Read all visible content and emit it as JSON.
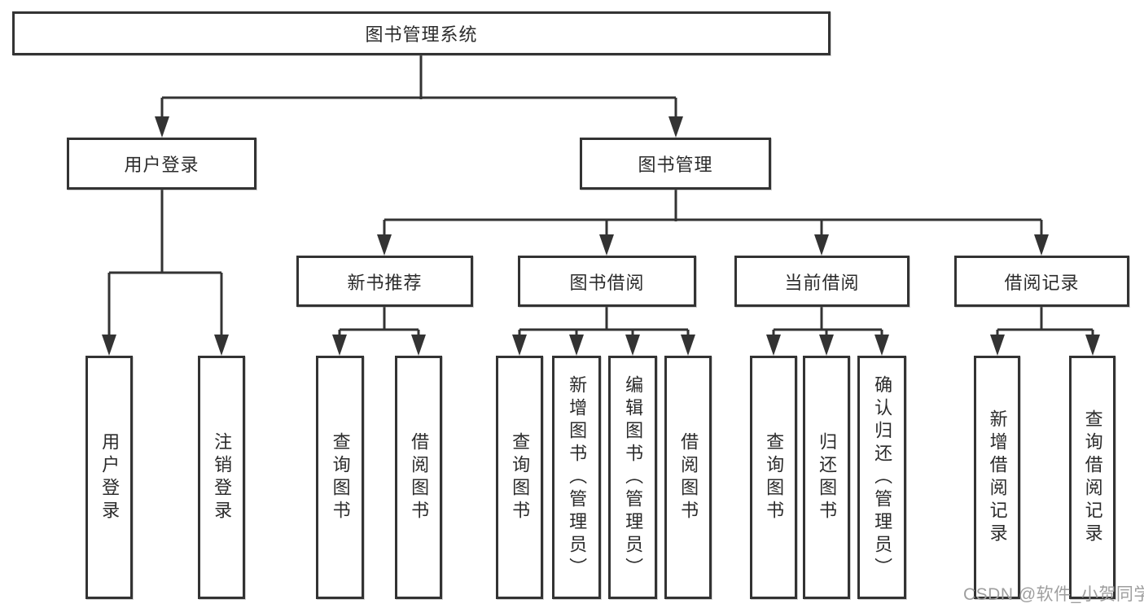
{
  "colors": {
    "line": "#333333",
    "box_border": "#333333",
    "box_fill": "#ffffff",
    "text": "#2b2b2b",
    "watermark_text": "#9e9e9e",
    "background": "#ffffff"
  },
  "nodes": {
    "root": "图书管理系统",
    "user_login": "用户登录",
    "book_mgmt": "图书管理",
    "new_book_rec": "新书推荐",
    "book_borrowing": "图书借阅",
    "current_borrowing": "当前借阅",
    "borrowing_records": "借阅记录",
    "login": "用户登录",
    "logout": "注销登录",
    "rec_query_book": "查询图书",
    "rec_borrow_book": "借阅图书",
    "bor_query_book": "查询图书",
    "bor_add_book": "新增图书（管理员）",
    "bor_edit_book": "编辑图书（管理员）",
    "bor_borrow_book": "借阅图书",
    "cur_query_book": "查询图书",
    "cur_return_book": "归还图书",
    "cur_confirm_return": "确认归还（管理员）",
    "rec_add_record": "新增借阅记录",
    "rec_query_record": "查询借阅记录"
  },
  "watermark": "CSDN @软件_小贺同学"
}
